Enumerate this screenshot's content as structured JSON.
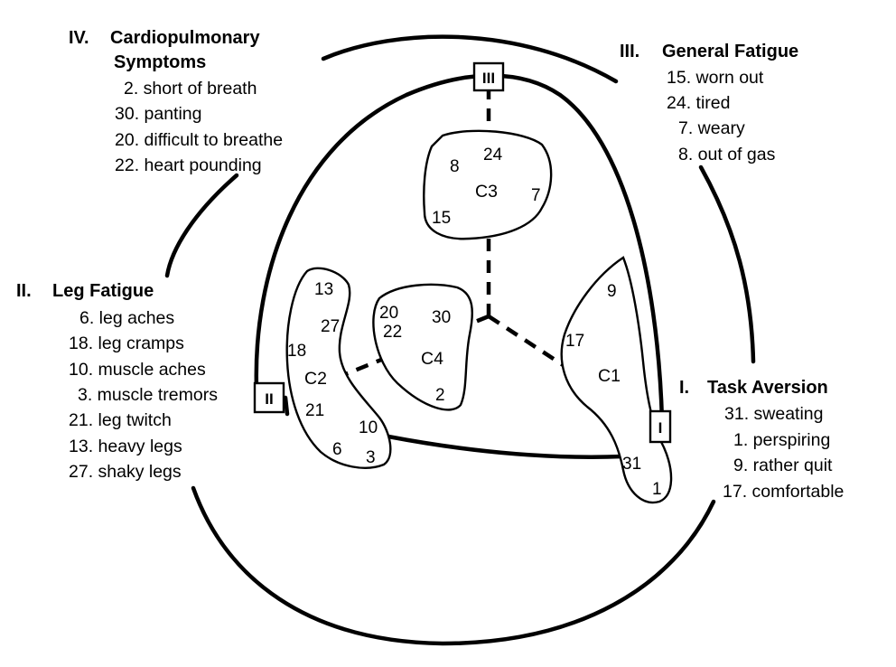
{
  "factors": {
    "f4": {
      "numeral": "IV.",
      "title_1": "Cardiopulmonary",
      "title_2": "Symptoms",
      "items": [
        "2. short of breath",
        "30. panting",
        "20. difficult to breathe",
        "22. heart pounding"
      ]
    },
    "f3": {
      "numeral": "III.",
      "title": "General Fatigue",
      "items": [
        "15. worn out",
        "24. tired",
        "7. weary",
        "8. out of gas"
      ]
    },
    "f2": {
      "numeral": "II.",
      "title": "Leg Fatigue",
      "items": [
        "6. leg aches",
        "18. leg cramps",
        "10. muscle aches",
        "3. muscle tremors",
        "21. leg twitch",
        "13. heavy legs",
        "27. shaky legs"
      ]
    },
    "f1": {
      "numeral": "I.",
      "title": "Task Aversion",
      "items": [
        "31. sweating",
        "1. perspiring",
        "9. rather quit",
        "17. comfortable"
      ]
    }
  },
  "markers": {
    "m1": "I",
    "m2": "II",
    "m3": "III"
  },
  "clusters": {
    "c1": {
      "label": "C1",
      "points": [
        "9",
        "17",
        "31",
        "1"
      ]
    },
    "c2": {
      "label": "C2",
      "points": [
        "13",
        "27",
        "18",
        "21",
        "10",
        "6",
        "3"
      ]
    },
    "c3": {
      "label": "C3",
      "points": [
        "24",
        "8",
        "7",
        "15"
      ]
    },
    "c4": {
      "label": "C4",
      "points": [
        "20",
        "30",
        "22",
        "2"
      ]
    }
  }
}
